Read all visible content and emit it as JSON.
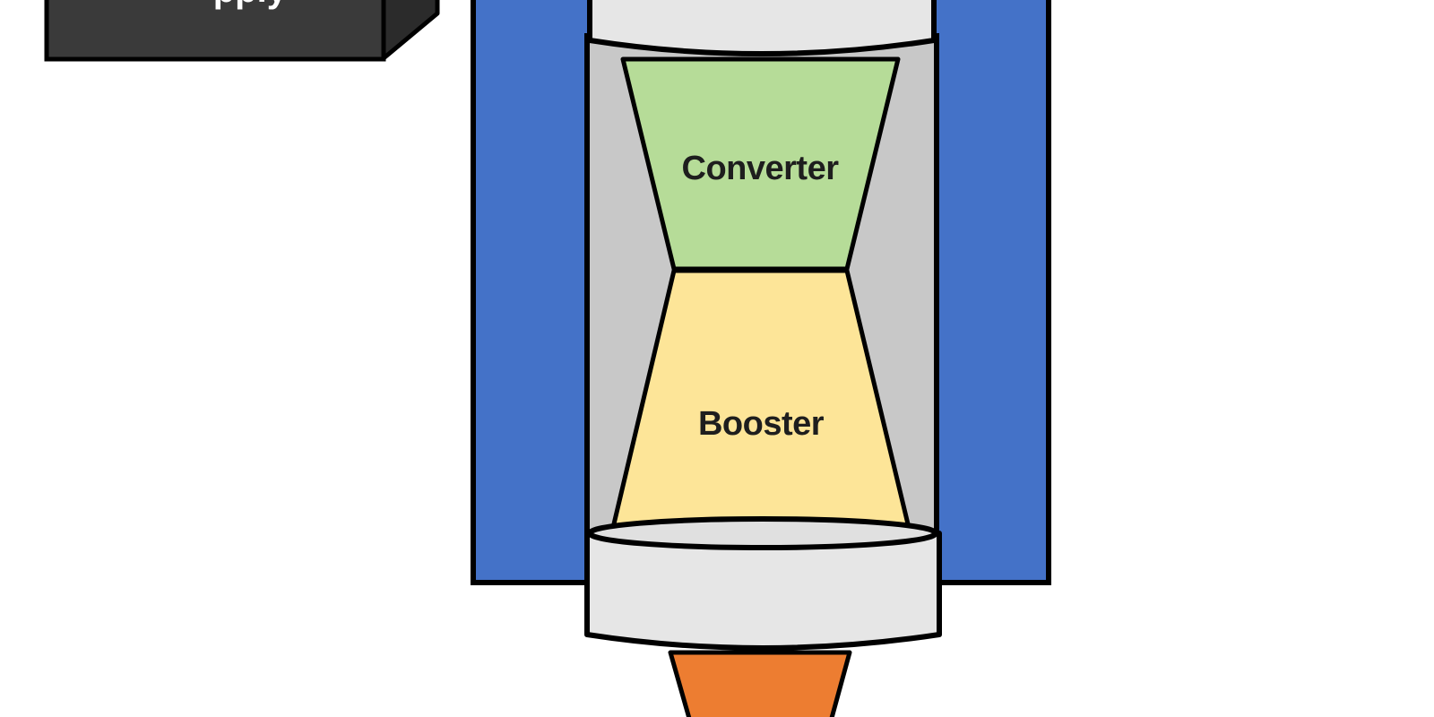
{
  "diagram": {
    "power_box_label": "··· ··pply",
    "upper_section_label": "Converter",
    "lower_section_label": "Booster"
  },
  "colors": {
    "housing_blue": "#4472c8",
    "tube_grey": "#c8c8c8",
    "cap_light_grey": "#e6e6e6",
    "converter_green": "#b6dc98",
    "booster_yellow": "#fde598",
    "sonotrode_orange": "#ed7d31",
    "power_box_dark": "#3a3a3a",
    "outline": "#000000"
  },
  "icons": {
    "power_box": "3d-box-icon"
  }
}
